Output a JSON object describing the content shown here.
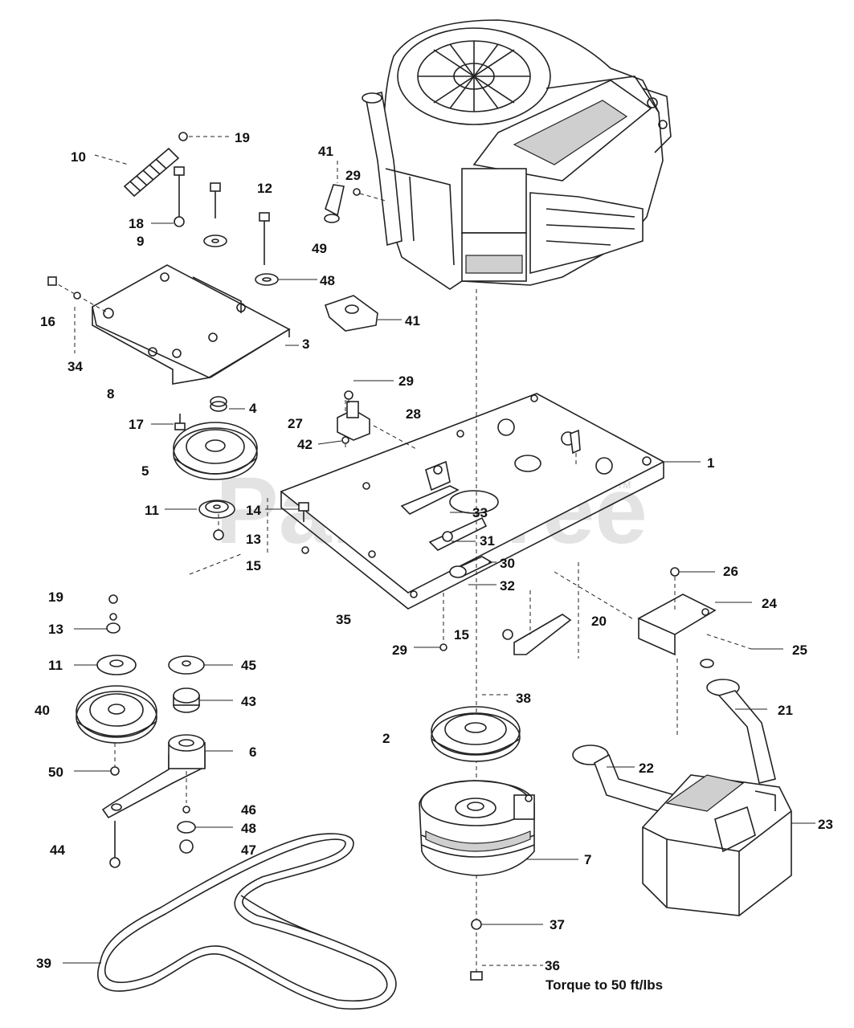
{
  "diagram": {
    "watermark": "PartsTree",
    "trademark": "TM",
    "note": "Torque to 50 ft/lbs",
    "callouts": [
      {
        "id": "c1",
        "label": "1"
      },
      {
        "id": "c2",
        "label": "2"
      },
      {
        "id": "c3",
        "label": "3"
      },
      {
        "id": "c4",
        "label": "4"
      },
      {
        "id": "c5",
        "label": "5"
      },
      {
        "id": "c6",
        "label": "6"
      },
      {
        "id": "c7",
        "label": "7"
      },
      {
        "id": "c8",
        "label": "8"
      },
      {
        "id": "c9",
        "label": "9"
      },
      {
        "id": "c10",
        "label": "10"
      },
      {
        "id": "c11a",
        "label": "11"
      },
      {
        "id": "c11b",
        "label": "11"
      },
      {
        "id": "c12",
        "label": "12"
      },
      {
        "id": "c13a",
        "label": "13"
      },
      {
        "id": "c13b",
        "label": "13"
      },
      {
        "id": "c14",
        "label": "14"
      },
      {
        "id": "c15a",
        "label": "15"
      },
      {
        "id": "c15b",
        "label": "15"
      },
      {
        "id": "c16",
        "label": "16"
      },
      {
        "id": "c17",
        "label": "17"
      },
      {
        "id": "c18",
        "label": "18"
      },
      {
        "id": "c19a",
        "label": "19"
      },
      {
        "id": "c19b",
        "label": "19"
      },
      {
        "id": "c20",
        "label": "20"
      },
      {
        "id": "c21",
        "label": "21"
      },
      {
        "id": "c22",
        "label": "22"
      },
      {
        "id": "c23",
        "label": "23"
      },
      {
        "id": "c24",
        "label": "24"
      },
      {
        "id": "c25",
        "label": "25"
      },
      {
        "id": "c26",
        "label": "26"
      },
      {
        "id": "c27",
        "label": "27"
      },
      {
        "id": "c28",
        "label": "28"
      },
      {
        "id": "c29a",
        "label": "29"
      },
      {
        "id": "c29b",
        "label": "29"
      },
      {
        "id": "c29c",
        "label": "29"
      },
      {
        "id": "c30",
        "label": "30"
      },
      {
        "id": "c31",
        "label": "31"
      },
      {
        "id": "c32",
        "label": "32"
      },
      {
        "id": "c33",
        "label": "33"
      },
      {
        "id": "c34",
        "label": "34"
      },
      {
        "id": "c35",
        "label": "35"
      },
      {
        "id": "c36",
        "label": "36"
      },
      {
        "id": "c37",
        "label": "37"
      },
      {
        "id": "c38",
        "label": "38"
      },
      {
        "id": "c39",
        "label": "39"
      },
      {
        "id": "c40",
        "label": "40"
      },
      {
        "id": "c41a",
        "label": "41"
      },
      {
        "id": "c41b",
        "label": "41"
      },
      {
        "id": "c42",
        "label": "42"
      },
      {
        "id": "c43",
        "label": "43"
      },
      {
        "id": "c44",
        "label": "44"
      },
      {
        "id": "c45",
        "label": "45"
      },
      {
        "id": "c46",
        "label": "46"
      },
      {
        "id": "c47",
        "label": "47"
      },
      {
        "id": "c48a",
        "label": "48"
      },
      {
        "id": "c48b",
        "label": "48"
      },
      {
        "id": "c49",
        "label": "49"
      },
      {
        "id": "c50",
        "label": "50"
      }
    ]
  }
}
